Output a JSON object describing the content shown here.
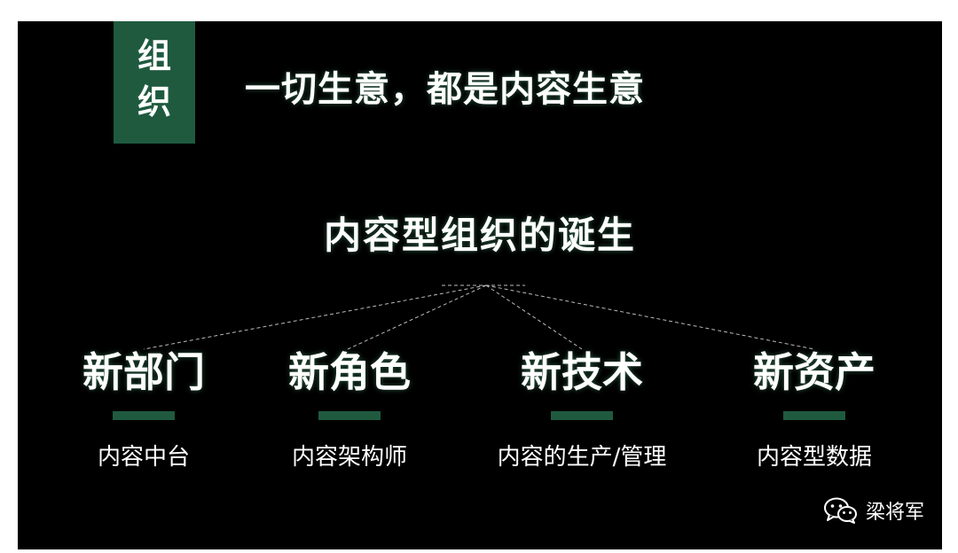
{
  "tag": {
    "line1": "组",
    "line2": "织"
  },
  "headline": "一切生意，都是内容生意",
  "center_title": "内容型组织的诞生",
  "columns": [
    {
      "title": "新部门",
      "subtitle": "内容中台"
    },
    {
      "title": "新角色",
      "subtitle": "内容架构师"
    },
    {
      "title": "新技术",
      "subtitle": "内容的生产/管理"
    },
    {
      "title": "新资产",
      "subtitle": "内容型数据"
    }
  ],
  "brand": {
    "name": "梁将军",
    "icon": "wechat-icon"
  },
  "colors": {
    "background": "#000000",
    "accent": "#1f5a3f",
    "text": "#ffffff"
  }
}
